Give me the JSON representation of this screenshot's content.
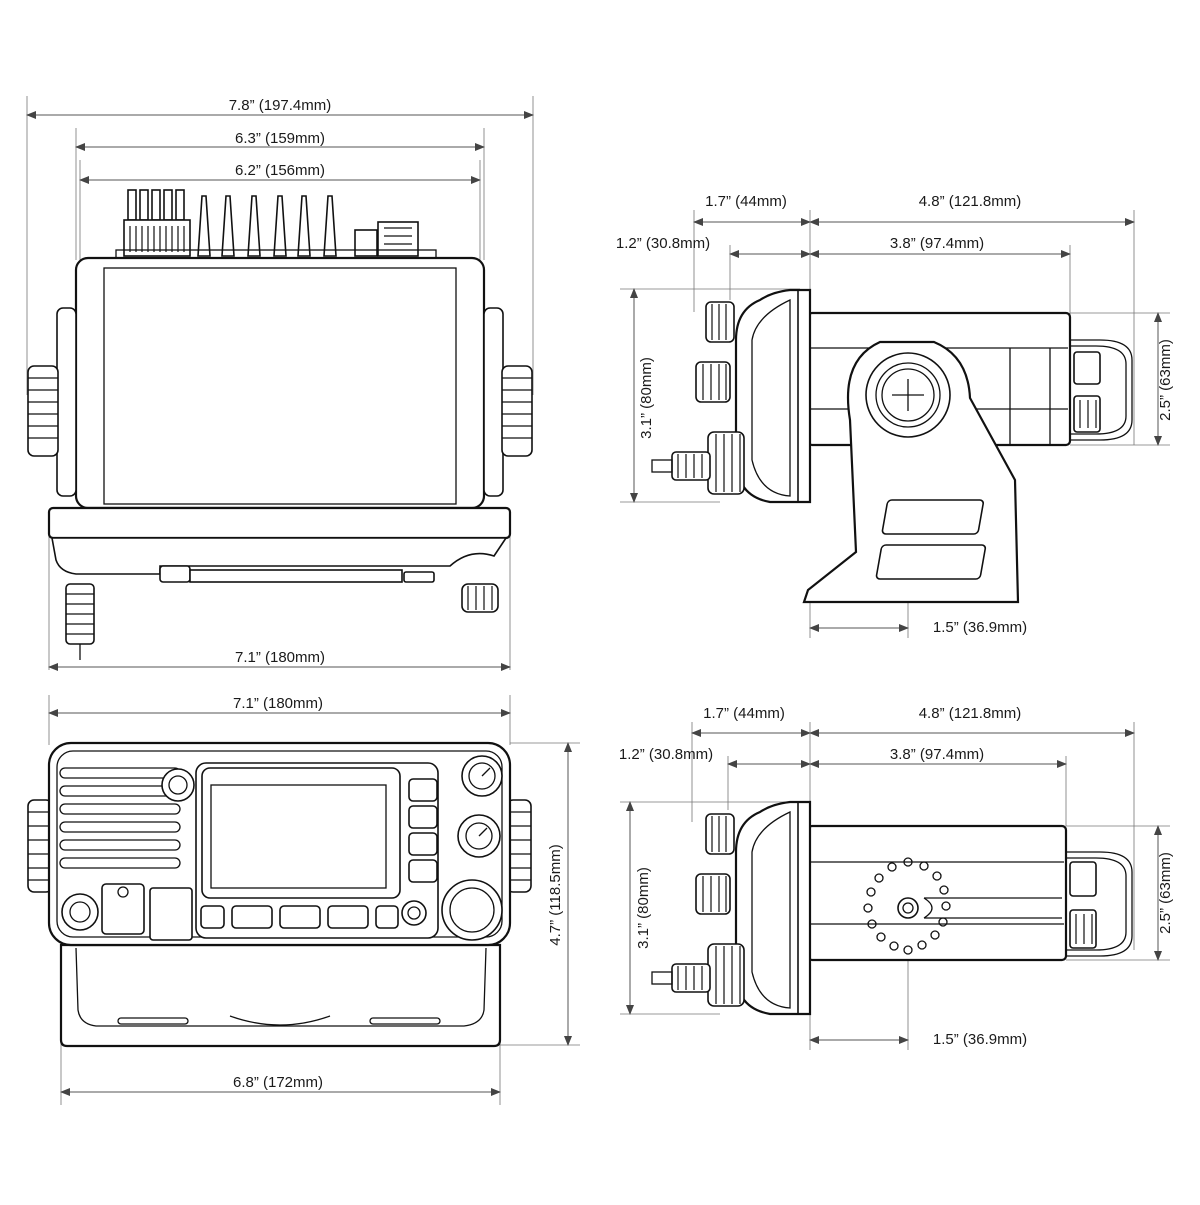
{
  "dimensions": {
    "top_overall_width": "7.8” (197.4mm)",
    "top_body_width": "6.3” (159mm)",
    "top_inner_width": "6.2” (156mm)",
    "top_bracket_width": "7.1” (180mm)",
    "front_width": "7.1” (180mm)",
    "front_height": "4.7” (118.5mm)",
    "front_bracket_width": "6.8” (172mm)",
    "side1_knob_depth": "1.7” (44mm)",
    "side1_total_depth": "4.8” (121.8mm)",
    "side1_front_depth": "1.2” (30.8mm)",
    "side1_body_depth": "3.8” (97.4mm)",
    "side1_front_height": "3.1” (80mm)",
    "side1_rear_height": "2.5” (63mm)",
    "side1_bracket_offset": "1.5” (36.9mm)",
    "side2_knob_depth": "1.7” (44mm)",
    "side2_total_depth": "4.8” (121.8mm)",
    "side2_front_depth": "1.2” (30.8mm)",
    "side2_body_depth": "3.8” (97.4mm)",
    "side2_front_height": "3.1” (80mm)",
    "side2_rear_height": "2.5” (63mm)",
    "side2_bracket_offset": "1.5” (36.9mm)"
  }
}
